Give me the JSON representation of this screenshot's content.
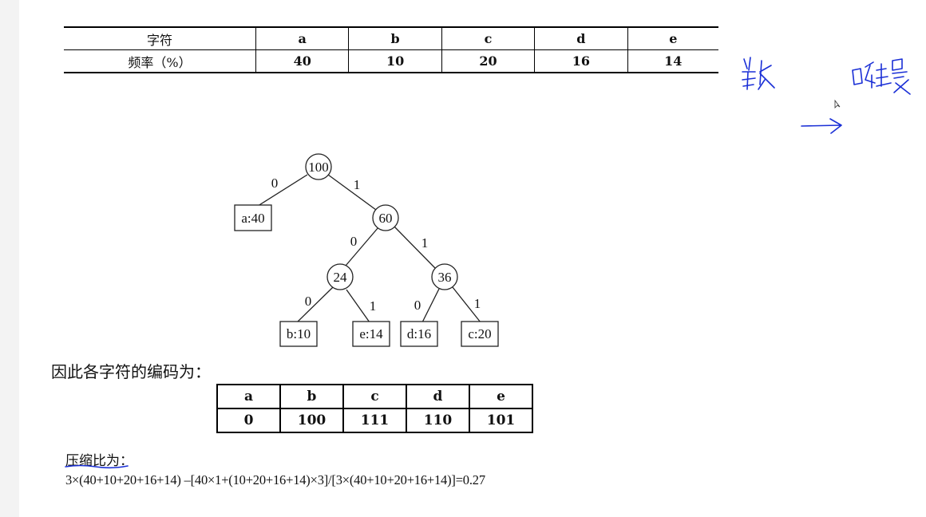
{
  "freq_table": {
    "header_label": "字符",
    "row_label": "频率（%）",
    "chars": [
      "a",
      "b",
      "c",
      "d",
      "e"
    ],
    "freqs": [
      "40",
      "10",
      "20",
      "16",
      "14"
    ]
  },
  "tree": {
    "nodes": {
      "root": "100",
      "n60": "60",
      "n24": "24",
      "n36": "36",
      "leaf_a": "a:40",
      "leaf_b": "b:10",
      "leaf_e": "e:14",
      "leaf_d": "d:16",
      "leaf_c": "c:20"
    },
    "edge_zero": "0",
    "edge_one": "1"
  },
  "code_heading": "因此各字符的编码为：",
  "code_table": {
    "chars": [
      "a",
      "b",
      "c",
      "d",
      "e"
    ],
    "codes": [
      "0",
      "100",
      "111",
      "110",
      "101"
    ]
  },
  "ratio_label": "压缩比为：",
  "ratio_formula": "3×(40+10+20+16+14) –[40×1+(10+20+16+14)×3]/[3×(40+10+20+16+14)]=0.27",
  "ink_color": "#1a2fd6"
}
